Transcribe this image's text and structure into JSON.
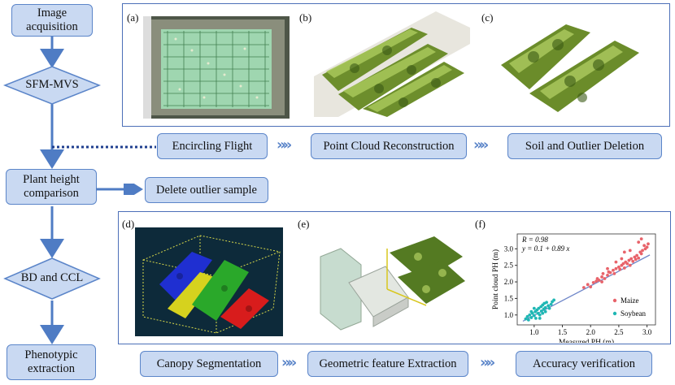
{
  "flow": {
    "image_acquisition": "Image acquisition",
    "sfm_mvs": "SFM-MVS",
    "plant_height_comparison": "Plant height comparison",
    "delete_outlier": "Delete outlier sample",
    "bd_ccl": "BD and CCL",
    "phenotypic_extraction": "Phenotypic extraction"
  },
  "top_steps": [
    "Encircling Flight",
    "Point Cloud Reconstruction",
    "Soil and Outlier Deletion"
  ],
  "bottom_steps": [
    "Canopy Segmentation",
    "Geometric feature Extraction",
    "Accuracy verification"
  ],
  "panel_labels": {
    "a": "(a)",
    "b": "(b)",
    "c": "(c)",
    "d": "(d)",
    "e": "(e)",
    "f": "(f)"
  },
  "chevron": "»",
  "colors": {
    "box_fill": "#c9d9f2",
    "box_border": "#5b85c9",
    "arrow": "#4f7cc4",
    "maize": "#e8636a",
    "soybean": "#1fb7b4"
  },
  "chart_data": {
    "type": "scatter",
    "xlabel": "Measured PH (m)",
    "ylabel": "Point cloud PH (m)",
    "xlim": [
      0.7,
      3.15
    ],
    "ylim": [
      0.7,
      3.45
    ],
    "xticks": [
      "1.0",
      "1.5",
      "2.0",
      "2.5",
      "3.0"
    ],
    "yticks": [
      "1.0",
      "1.5",
      "2.0",
      "2.5",
      "3.0"
    ],
    "annotations": [
      "R = 0.98",
      "y = 0.1 + 0.89 x"
    ],
    "fit": {
      "intercept": 0.1,
      "slope": 0.89
    },
    "series": [
      {
        "name": "Maize",
        "color": "#e8636a",
        "points": [
          [
            1.88,
            1.83
          ],
          [
            1.95,
            1.92
          ],
          [
            2.0,
            1.85
          ],
          [
            2.05,
            1.98
          ],
          [
            2.1,
            2.02
          ],
          [
            2.12,
            2.1
          ],
          [
            2.15,
            2.05
          ],
          [
            2.2,
            2.15
          ],
          [
            2.22,
            2.25
          ],
          [
            2.25,
            2.1
          ],
          [
            2.3,
            2.2
          ],
          [
            2.32,
            2.3
          ],
          [
            2.35,
            2.28
          ],
          [
            2.4,
            2.35
          ],
          [
            2.42,
            2.25
          ],
          [
            2.45,
            2.4
          ],
          [
            2.5,
            2.45
          ],
          [
            2.52,
            2.38
          ],
          [
            2.55,
            2.5
          ],
          [
            2.58,
            2.55
          ],
          [
            2.6,
            2.42
          ],
          [
            2.62,
            2.6
          ],
          [
            2.65,
            2.55
          ],
          [
            2.68,
            2.65
          ],
          [
            2.7,
            2.5
          ],
          [
            2.72,
            2.7
          ],
          [
            2.75,
            2.62
          ],
          [
            2.78,
            2.75
          ],
          [
            2.8,
            2.68
          ],
          [
            2.82,
            2.8
          ],
          [
            2.85,
            2.72
          ],
          [
            2.88,
            2.9
          ],
          [
            2.9,
            2.85
          ],
          [
            2.92,
            2.95
          ],
          [
            2.95,
            3.1
          ],
          [
            2.97,
            3.0
          ],
          [
            3.0,
            3.05
          ],
          [
            2.6,
            2.9
          ],
          [
            2.7,
            2.95
          ],
          [
            2.85,
            3.2
          ],
          [
            2.9,
            3.3
          ],
          [
            2.45,
            2.6
          ],
          [
            2.3,
            2.4
          ],
          [
            2.2,
            2.0
          ],
          [
            2.55,
            2.7
          ],
          [
            3.02,
            3.15
          ]
        ]
      },
      {
        "name": "Soybean",
        "color": "#1fb7b4",
        "points": [
          [
            0.85,
            0.88
          ],
          [
            0.88,
            0.95
          ],
          [
            0.9,
            0.85
          ],
          [
            0.92,
            1.0
          ],
          [
            0.95,
            0.92
          ],
          [
            0.97,
            1.05
          ],
          [
            1.0,
            0.98
          ],
          [
            1.02,
            1.1
          ],
          [
            1.03,
            0.9
          ],
          [
            1.05,
            1.15
          ],
          [
            1.07,
            1.05
          ],
          [
            1.08,
            1.2
          ],
          [
            1.1,
            1.0
          ],
          [
            1.12,
            1.25
          ],
          [
            1.13,
            1.12
          ],
          [
            1.15,
            1.3
          ],
          [
            1.17,
            1.18
          ],
          [
            1.18,
            1.35
          ],
          [
            1.2,
            1.22
          ],
          [
            1.22,
            1.38
          ],
          [
            1.25,
            1.28
          ],
          [
            1.27,
            1.2
          ],
          [
            1.3,
            1.32
          ],
          [
            1.32,
            1.4
          ],
          [
            1.0,
            1.2
          ],
          [
            0.95,
            1.1
          ],
          [
            1.1,
            0.9
          ],
          [
            1.15,
            1.05
          ],
          [
            1.2,
            1.1
          ],
          [
            1.35,
            1.45
          ]
        ]
      }
    ],
    "legend": "bottom-right"
  }
}
